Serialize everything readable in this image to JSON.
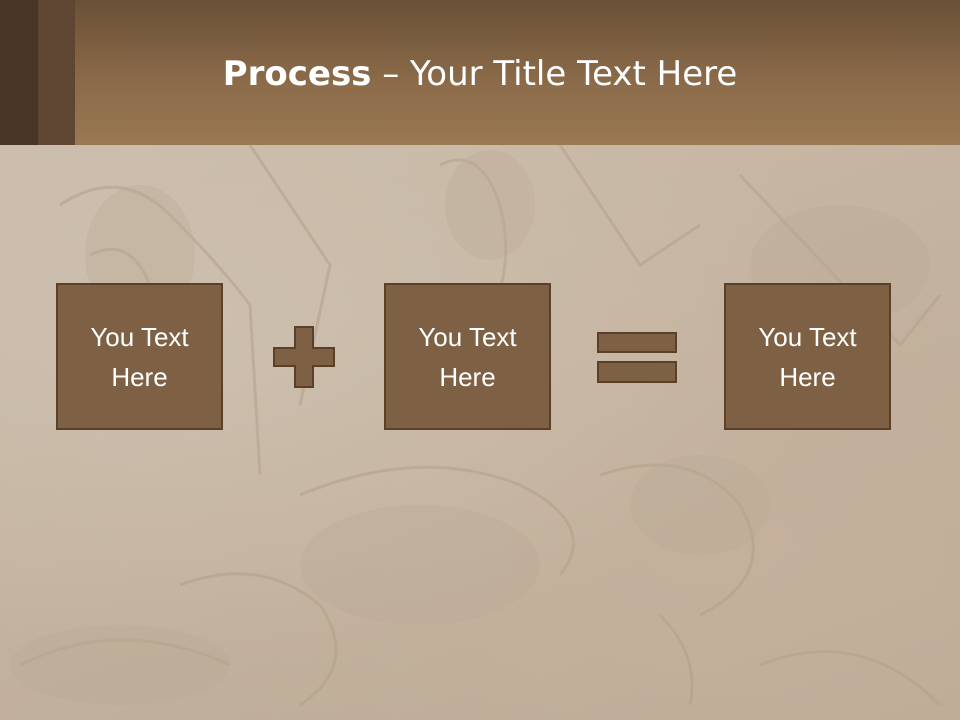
{
  "title": {
    "bold": "Process",
    "rest": " – Your Title Text Here"
  },
  "boxes": [
    {
      "text": "You Text Here"
    },
    {
      "text": "You Text Here"
    },
    {
      "text": "You Text Here"
    }
  ],
  "colors": {
    "title_bar": "#8a6a48",
    "box_fill": "#7e6144",
    "box_border": "#5a4028",
    "operator_fill": "#7e6144",
    "background": "#c9b9a7"
  },
  "icons": {
    "plus": "plus-icon",
    "equals": "equals-icon"
  }
}
